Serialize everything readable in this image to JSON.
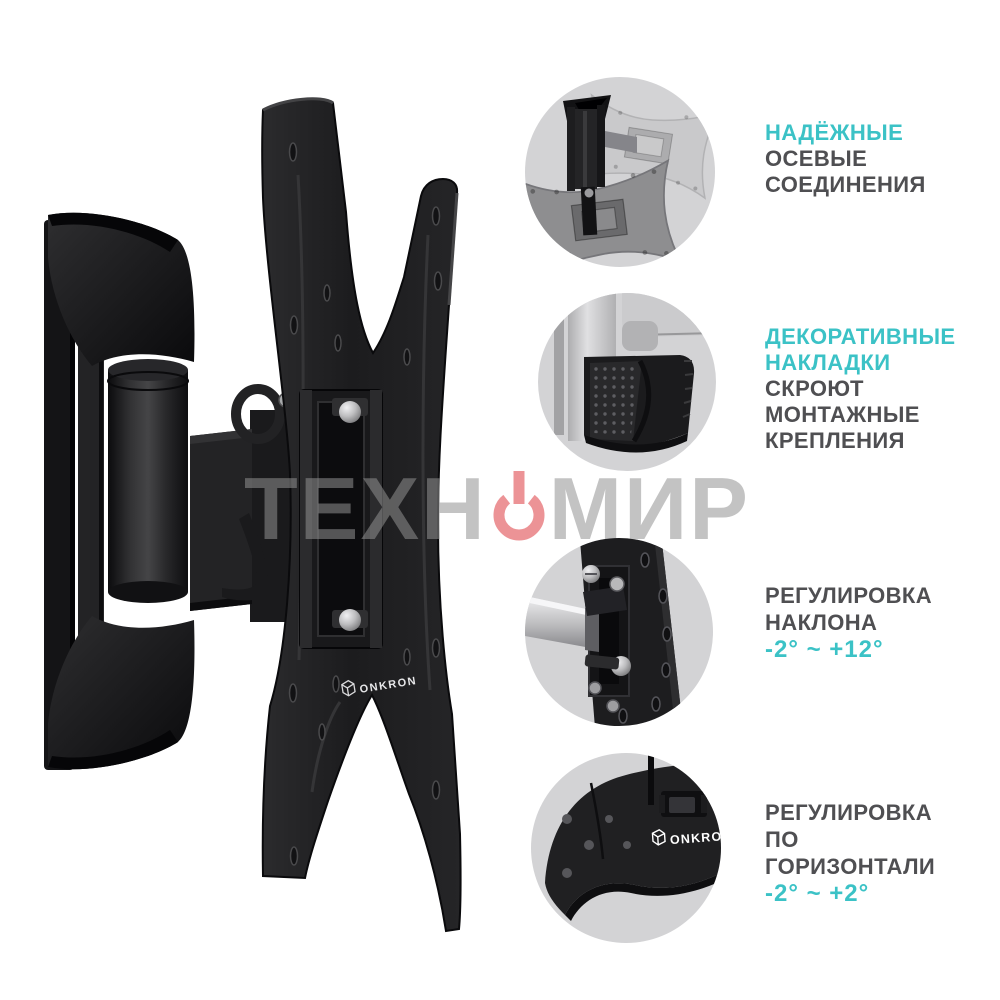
{
  "watermark": {
    "text_left": "ТЕХН",
    "text_right": "МИР"
  },
  "brand_logo": "ONKRON",
  "colors": {
    "accent_teal": "#3bc2c6",
    "caption_gray": "#4f4f52",
    "watermark_gray": "#919191",
    "watermark_red": "#e05a5f",
    "circle_background": "#d3d3d5",
    "product_black": "#1d1d1f"
  },
  "features": [
    {
      "name": "axial-joints",
      "lines": [
        "НАДЁЖНЫЕ",
        "ОСЕВЫЕ",
        "СОЕДИНЕНИЯ"
      ]
    },
    {
      "name": "decorative-covers",
      "lines": [
        "ДЕКОРАТИВНЫЕ",
        "НАКЛАДКИ",
        "СКРОЮТ",
        "МОНТАЖНЫЕ",
        "КРЕПЛЕНИЯ"
      ]
    },
    {
      "name": "tilt-adjustment",
      "lines": [
        "РЕГУЛИРОВКА",
        "НАКЛОНА",
        "-2° ~ +12°"
      ]
    },
    {
      "name": "horizontal-adjustment",
      "lines": [
        "РЕГУЛИРОВКА",
        "ПО",
        "ГОРИЗОНТАЛИ",
        "-2° ~ +2°"
      ]
    }
  ]
}
